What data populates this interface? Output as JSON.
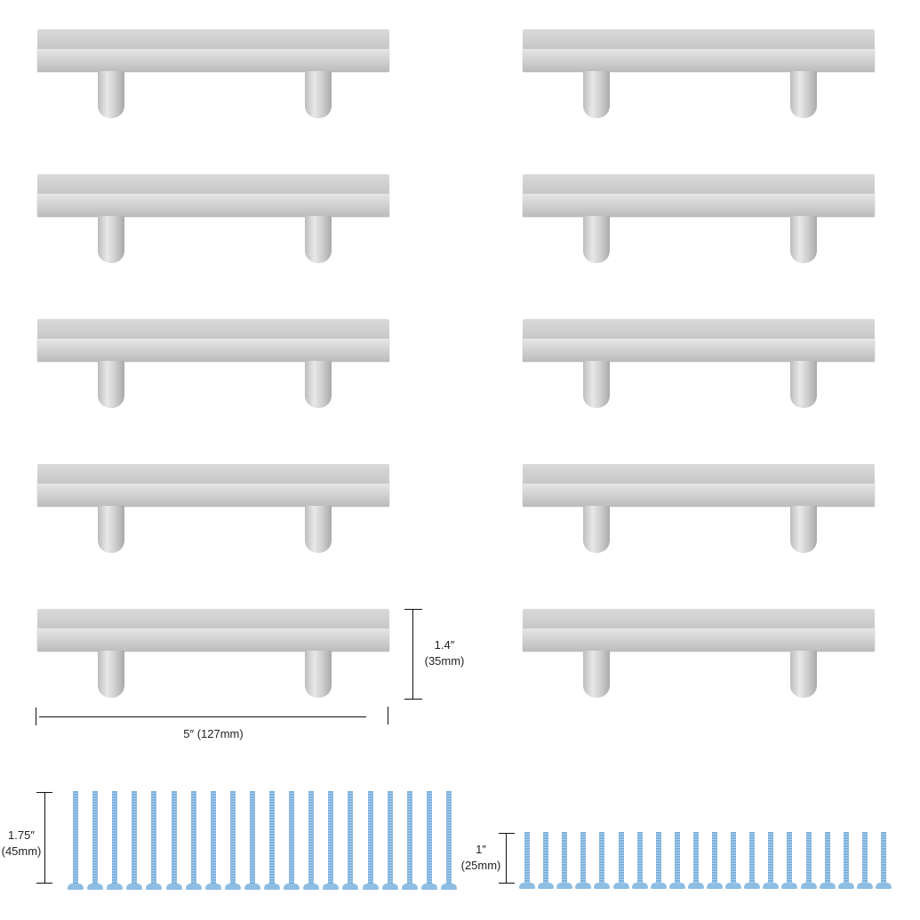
{
  "handles": {
    "rows": 5,
    "columns": 2,
    "finish_color": "#d3d3d3"
  },
  "dimensions": {
    "handle_height": {
      "inch": "1.4″",
      "mm": "(35mm)"
    },
    "handle_length": {
      "label": "5″ (127mm)"
    },
    "long_screw": {
      "inch": "1.75″",
      "mm": "(45mm)"
    },
    "short_screw": {
      "inch": "1″",
      "mm": "(25mm)"
    }
  },
  "screws": {
    "long_count": 20,
    "short_count": 20,
    "color": "#8ebde3"
  }
}
